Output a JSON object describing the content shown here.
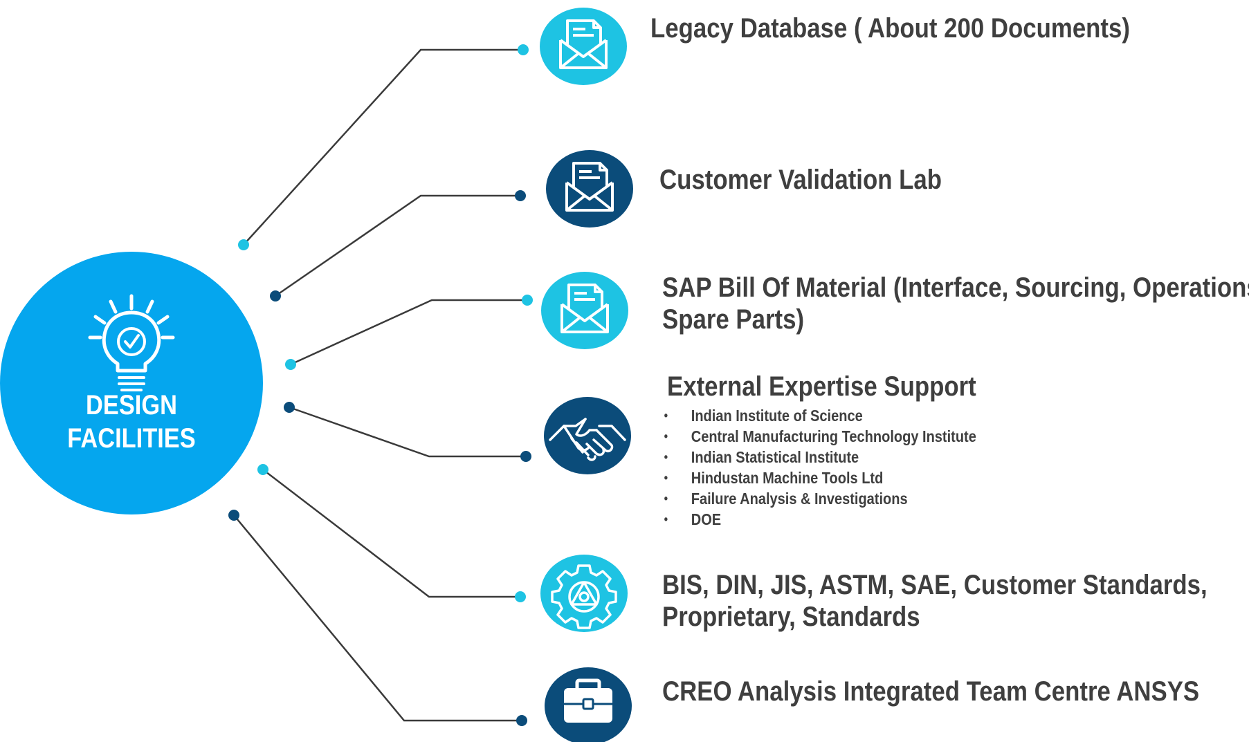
{
  "hub": {
    "title_line1": "DESIGN",
    "title_line2": "FACILITIES",
    "icon": "lightbulb-check-icon"
  },
  "colors": {
    "hub": "#05A6EE",
    "light_node": "#1EC3E3",
    "dark_node": "#0B4C7A",
    "connector": "#3a3a3a",
    "text": "#3f3f3f"
  },
  "items": [
    {
      "title": "Legacy Database ( About 200 Documents)",
      "icon": "envelope-document-icon",
      "tone": "light"
    },
    {
      "title": "Customer Validation Lab",
      "icon": "envelope-document-icon",
      "tone": "dark"
    },
    {
      "title_line1": "SAP Bill Of Material (Interface, Sourcing, Operations,",
      "title_line2": "Spare Parts)",
      "icon": "envelope-document-icon",
      "tone": "light"
    },
    {
      "title": "External Expertise Support",
      "icon": "handshake-icon",
      "tone": "dark",
      "bullets": [
        "Indian Institute of Science",
        "Central Manufacturing Technology Institute",
        "Indian Statistical Institute",
        "Hindustan Machine Tools Ltd",
        "Failure Analysis & Investigations",
        "DOE"
      ]
    },
    {
      "title_line1": "BIS, DIN, JIS, ASTM, SAE, Customer Standards,",
      "title_line2": "Proprietary, Standards",
      "icon": "gear-icon",
      "tone": "light"
    },
    {
      "title": "CREO Analysis Integrated Team Centre ANSYS",
      "icon": "briefcase-icon",
      "tone": "dark"
    }
  ]
}
